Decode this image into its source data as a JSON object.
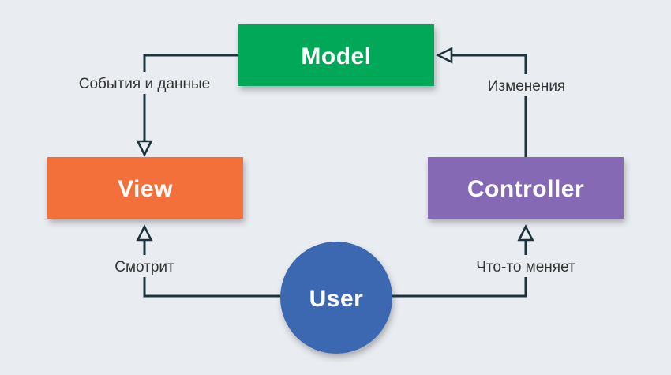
{
  "colors": {
    "background": "#E9EDF1",
    "line": "#1C333D",
    "edge_label_text": "#333333",
    "node_label_text": "#FFFFFF"
  },
  "nodes": {
    "model": {
      "label": "Model",
      "color": "#00A859"
    },
    "view": {
      "label": "View",
      "color": "#F4703B"
    },
    "controller": {
      "label": "Controller",
      "color": "#8569B4"
    },
    "user": {
      "label": "User",
      "color": "#3A68B1"
    }
  },
  "edges": {
    "model_to_view": {
      "label": "События и данные"
    },
    "controller_to_model": {
      "label": "Изменения"
    },
    "user_to_view": {
      "label": "Смотрит"
    },
    "user_to_controller": {
      "label": "Что-то меняет"
    }
  }
}
